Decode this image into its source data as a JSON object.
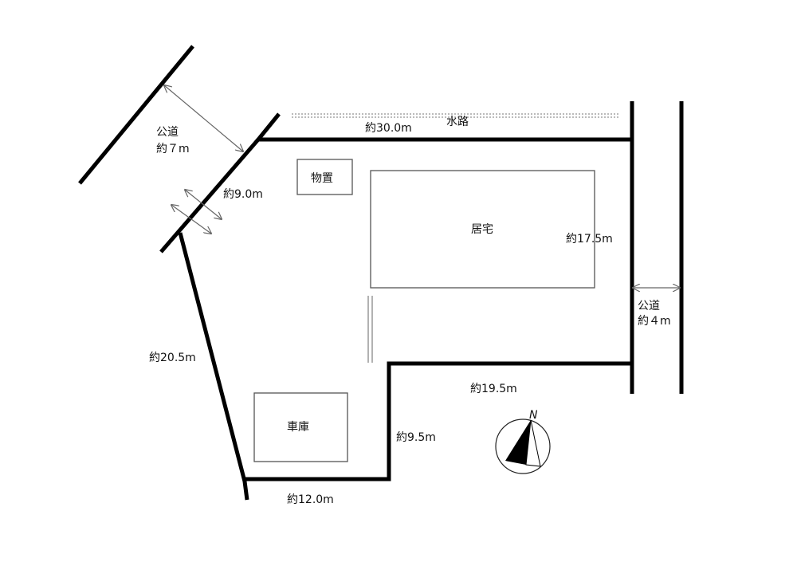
{
  "labels": {
    "road_left": [
      "公道",
      "約７m"
    ],
    "waterway": "水路",
    "north_edge": "約30.0m",
    "storage": "物置",
    "nw_edge": "約9.0m",
    "house": "居宅",
    "east_edge": "約17.5m",
    "road_right": [
      "公道",
      "約４m"
    ],
    "west_edge": "約20.5m",
    "south_right_edge": "約19.5m",
    "garage": "車庫",
    "step_edge": "約9.5m",
    "south_left_edge": "約12.0m",
    "north_mark": "N"
  }
}
